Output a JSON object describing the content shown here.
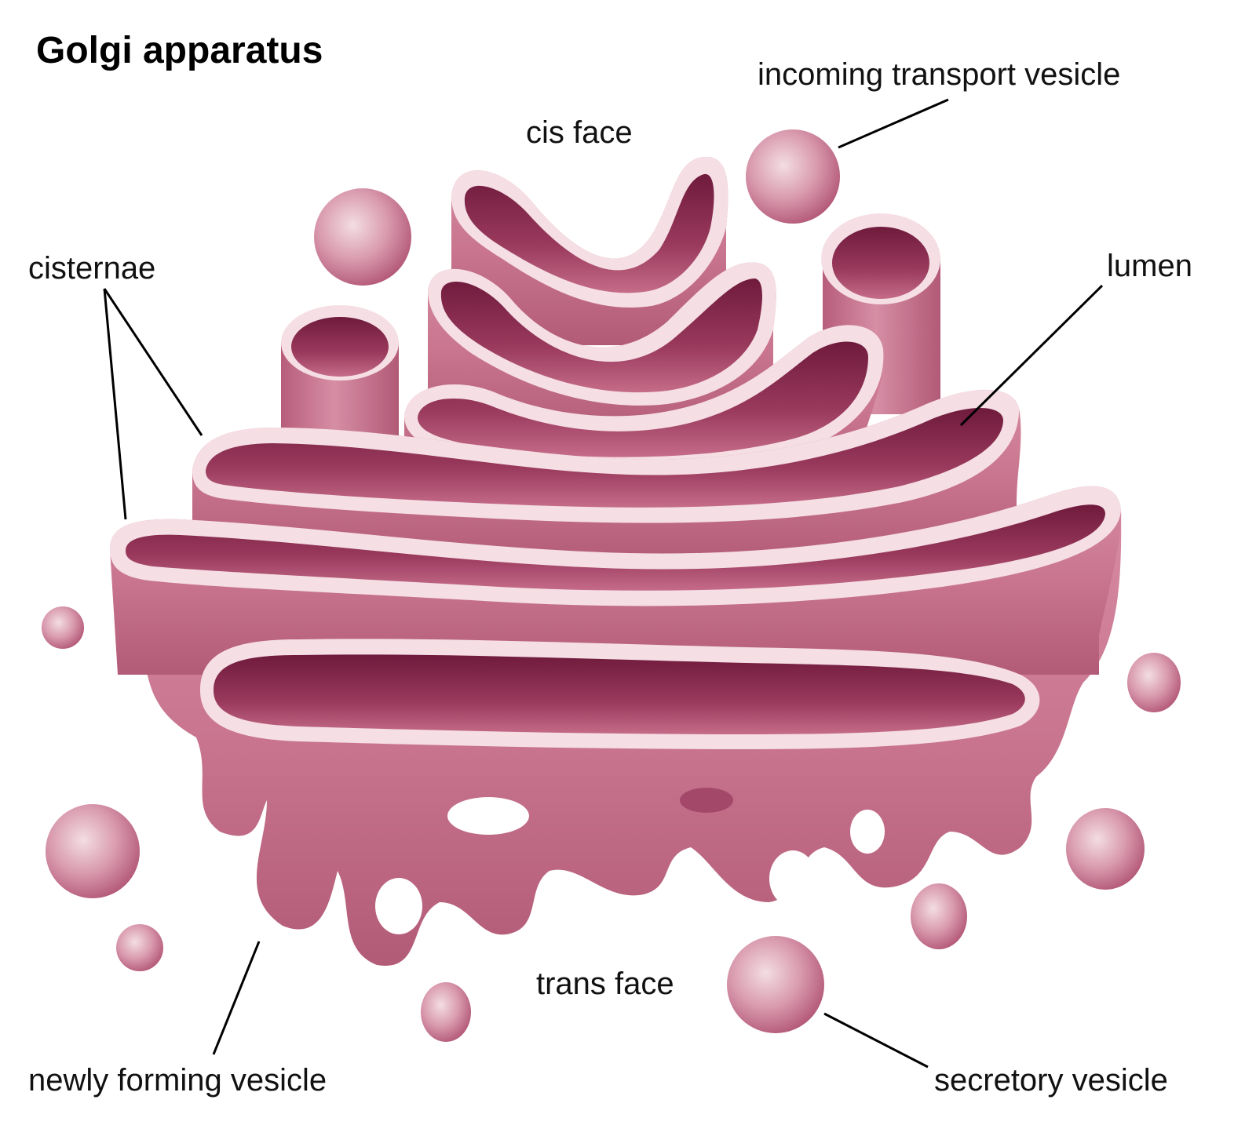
{
  "title": "Golgi apparatus",
  "labels": {
    "cis_face": "cis face",
    "incoming_transport_vesicle": "incoming transport vesicle",
    "cisternae": "cisternae",
    "lumen": "lumen",
    "trans_face": "trans face",
    "newly_forming_vesicle": "newly forming vesicle",
    "secretory_vesicle": "secretory vesicle"
  },
  "colors": {
    "membrane": "#c76f8c",
    "membrane_light": "#f1d5dd",
    "lumen_dark": "#7e1f45",
    "rim": "#f8e6ea",
    "leader": "#000000",
    "text": "#111111"
  }
}
